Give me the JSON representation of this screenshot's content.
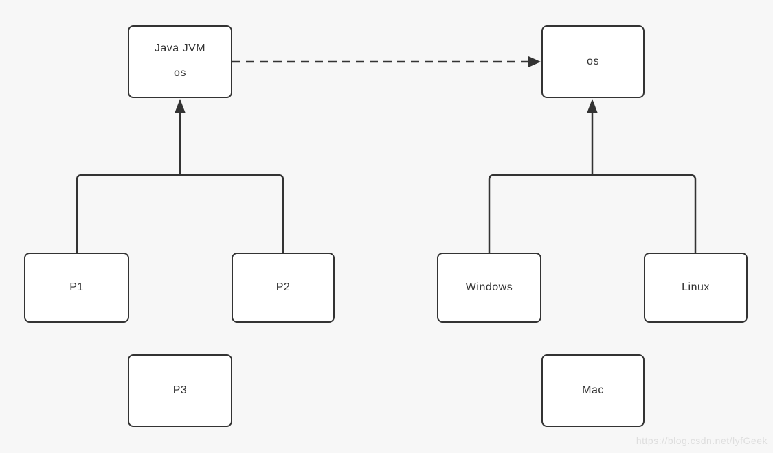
{
  "diagram": {
    "nodes": {
      "jvm": {
        "lines": [
          "Java JVM",
          "os"
        ]
      },
      "os": {
        "label": "os"
      },
      "p1": {
        "label": "P1"
      },
      "p2": {
        "label": "P2"
      },
      "p3": {
        "label": "P3"
      },
      "windows": {
        "label": "Windows"
      },
      "linux": {
        "label": "Linux"
      },
      "mac": {
        "label": "Mac"
      }
    },
    "edges": [
      {
        "from": "jvm",
        "to": "os",
        "style": "dashed",
        "arrow": "end"
      },
      {
        "from": [
          "p1",
          "p2"
        ],
        "to": "jvm",
        "style": "solid-bracket",
        "arrow": "end"
      },
      {
        "from": [
          "windows",
          "linux"
        ],
        "to": "os",
        "style": "solid-bracket",
        "arrow": "end"
      }
    ],
    "colors": {
      "background": "#f7f7f7",
      "node_fill": "#ffffff",
      "stroke": "#333333",
      "text": "#333333",
      "watermark": "#dedede"
    }
  },
  "watermark": {
    "text": "https://blog.csdn.net/lyfGeek"
  }
}
